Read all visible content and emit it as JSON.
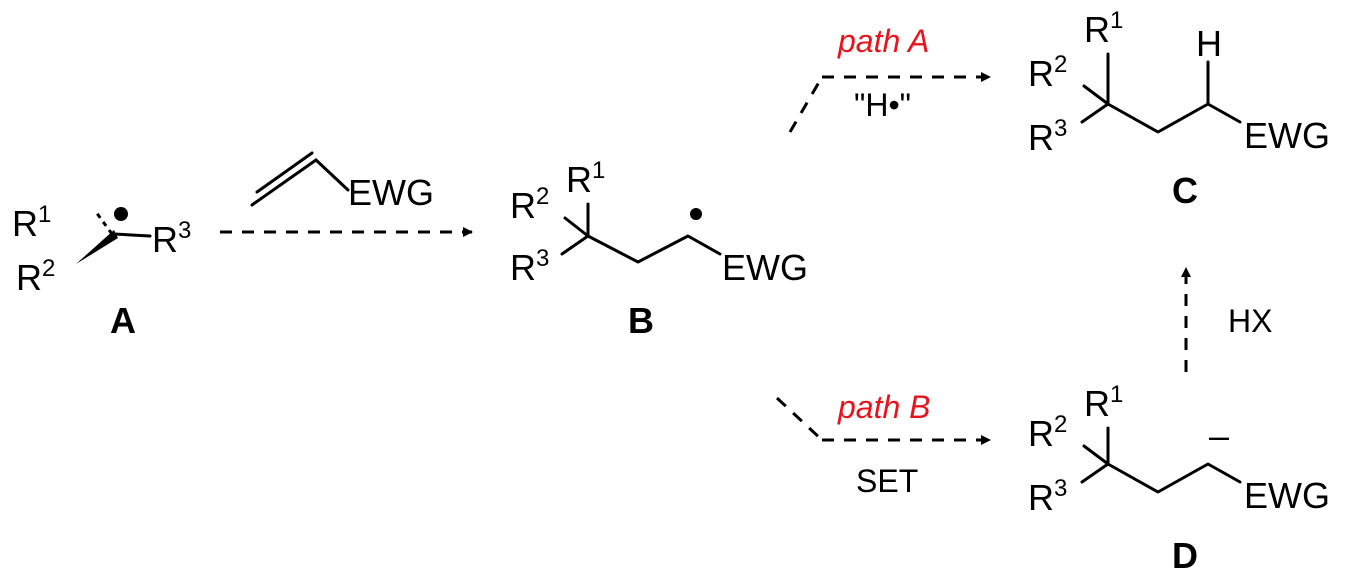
{
  "colors": {
    "ink": "#000000",
    "path_label": "#e8141c",
    "background": "#ffffff"
  },
  "substituents": {
    "r": "R",
    "one": "1",
    "two": "2",
    "three": "3"
  },
  "compounds": {
    "A": {
      "label": "A"
    },
    "B": {
      "label": "B",
      "ewg": "EWG"
    },
    "C": {
      "label": "C",
      "ewg": "EWG",
      "h": "H"
    },
    "D": {
      "label": "D",
      "ewg": "EWG",
      "charge": "–"
    }
  },
  "reagents": {
    "alkene": {
      "ewg": "EWG"
    },
    "path_a": {
      "name": "path A",
      "reagent": "\"H•\""
    },
    "path_b": {
      "name": "path B",
      "reagent": "SET"
    },
    "protonation": {
      "reagent": "HX"
    }
  }
}
